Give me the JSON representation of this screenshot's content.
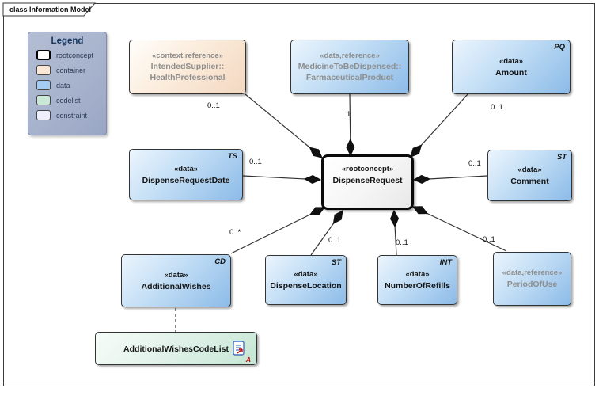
{
  "frame": {
    "title": "class Information Model"
  },
  "legend": {
    "title": "Legend",
    "items": [
      {
        "label": "rootconcept",
        "color": "#ffffff"
      },
      {
        "label": "container",
        "color": "#fbe7d5"
      },
      {
        "label": "data",
        "color": "#a3cdf2"
      },
      {
        "label": "codelist",
        "color": "#c9e9d8"
      },
      {
        "label": "constraint",
        "color": "#edf0fc"
      }
    ]
  },
  "nodes": {
    "intended_supplier": {
      "stereotype": "«context,reference»",
      "line1": "IntendedSupplier::",
      "line2": "HealthProfessional"
    },
    "medicine": {
      "stereotype": "«data,reference»",
      "line1": "MedicineToBeDispensed::",
      "line2": "FarmaceuticalProduct"
    },
    "amount": {
      "stereotype": "«data»",
      "name": "Amount",
      "tag": "PQ"
    },
    "dispense_request_date": {
      "stereotype": "«data»",
      "name": "DispenseRequestDate",
      "tag": "TS"
    },
    "dispense_request": {
      "stereotype": "«rootconcept»",
      "name": "DispenseRequest"
    },
    "comment": {
      "stereotype": "«data»",
      "name": "Comment",
      "tag": "ST"
    },
    "additional_wishes": {
      "stereotype": "«data»",
      "name": "AdditionalWishes",
      "tag": "CD"
    },
    "dispense_location": {
      "stereotype": "«data»",
      "name": "DispenseLocation",
      "tag": "ST"
    },
    "number_of_refills": {
      "stereotype": "«data»",
      "name": "NumberOfRefills",
      "tag": "INT"
    },
    "period_of_use": {
      "stereotype": "«data,reference»",
      "name": "PeriodOfUse"
    },
    "additional_wishes_codelist": {
      "name": "AdditionalWishesCodeList",
      "corner_letter": "A"
    }
  },
  "multiplicities": {
    "supplier": {
      "text": "0..1"
    },
    "medicine": {
      "text": "1"
    },
    "amount": {
      "text": "0..1"
    },
    "date": {
      "text": "0..1"
    },
    "comment": {
      "text": "0..1"
    },
    "wishes": {
      "text": "0..*"
    },
    "location": {
      "text": "0..1"
    },
    "refills": {
      "text": "0..1"
    },
    "period": {
      "text": "0..1"
    }
  }
}
